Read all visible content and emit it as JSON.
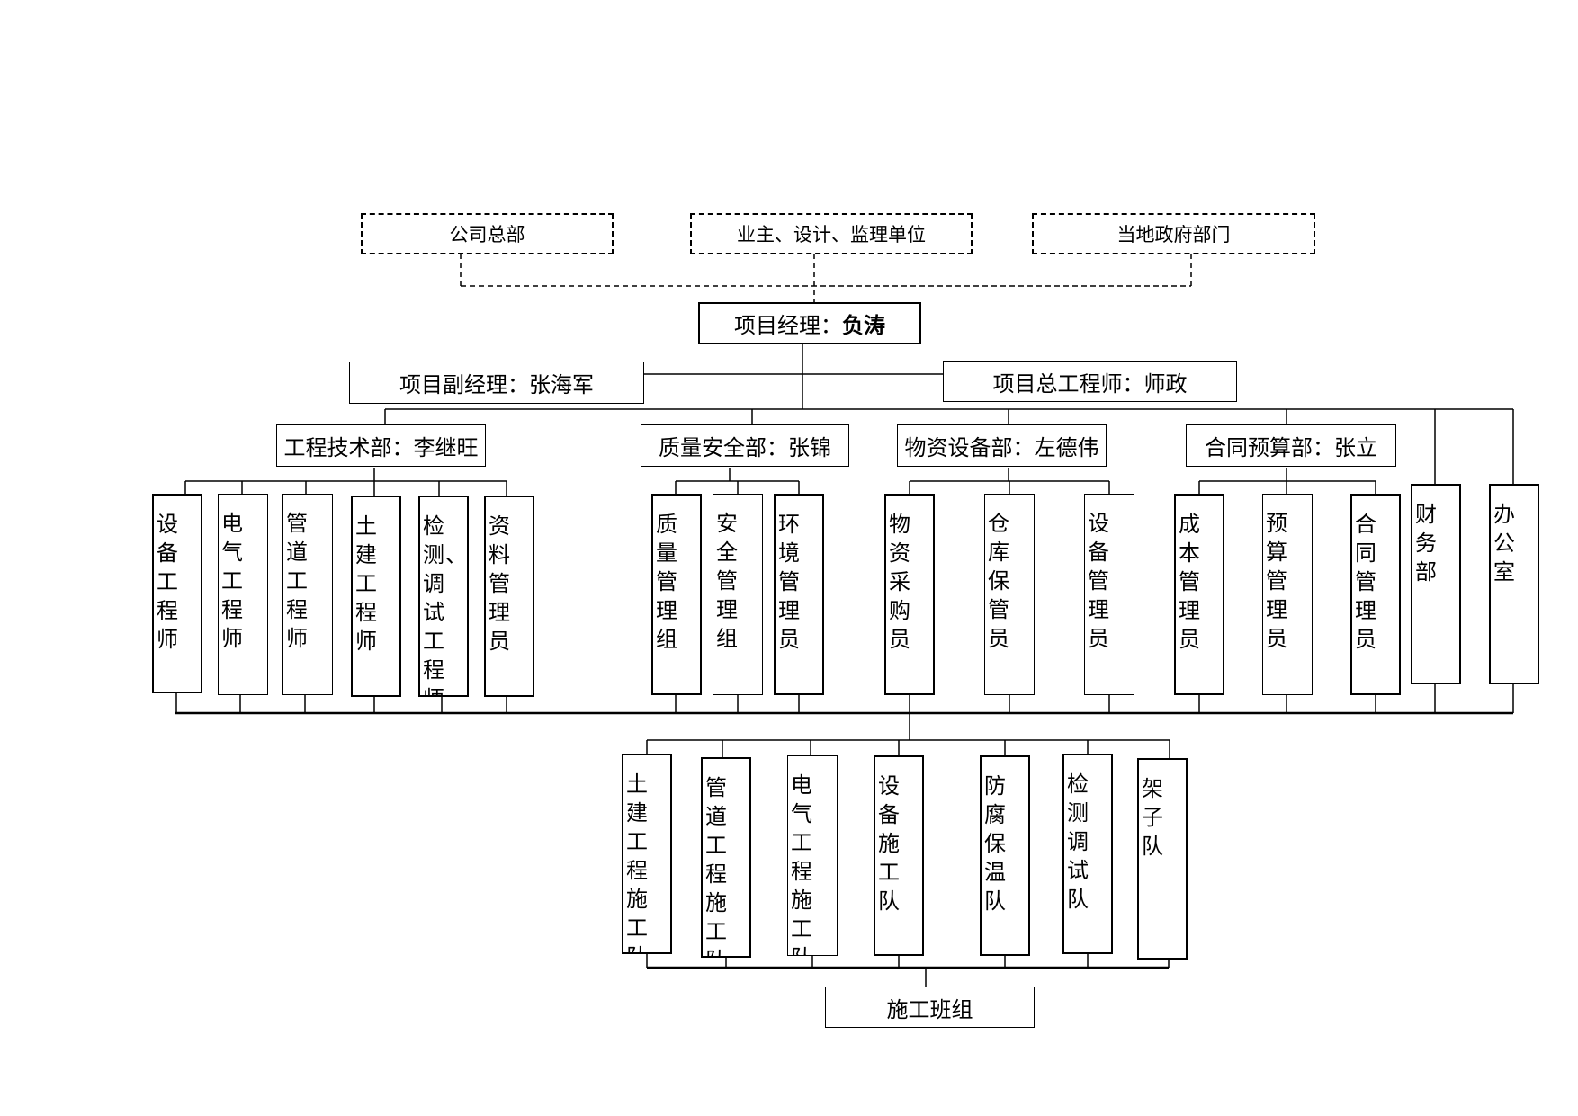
{
  "top": {
    "company": "公司总部",
    "owner": "业主、设计、监理单位",
    "gov": "当地政府部门"
  },
  "pm": {
    "label": "项目经理：",
    "name": "负涛"
  },
  "deputy": "项目副经理：张海军",
  "chief": "项目总工程师：师政",
  "depts": {
    "tech": "工程技术部：李继旺",
    "quality": "质量安全部：张锦",
    "material": "物资设备部：左德伟",
    "contract": "合同预算部：张立"
  },
  "staff": {
    "equip_eng": "设备工程师",
    "elec_eng": "电气工程师",
    "pipe_eng": "管道工程师",
    "civil_eng": "土建工程师",
    "test_eng": "检测、调试工程师",
    "doc_mgr": "资料管理员",
    "quality_grp": "质量管理组",
    "safety_grp": "安全管理组",
    "env_mgr": "环境管理员",
    "purchaser": "物资采购员",
    "warehouse": "仓库保管员",
    "equip_mgr": "设备管理员",
    "cost_mgr": "成本管理员",
    "budget_mgr": "预算管理员",
    "contract_mgr": "合同管理员",
    "finance": "财务部",
    "office": "办公室"
  },
  "teams": {
    "civil": "土建工程施工队",
    "pipe": "管道工程施工队",
    "elec": "电气工程施工队",
    "equip": "设备施工队",
    "anti": "防腐保温队",
    "test": "检测调试队",
    "scaffold": "架子队"
  },
  "crew": "施工班组"
}
